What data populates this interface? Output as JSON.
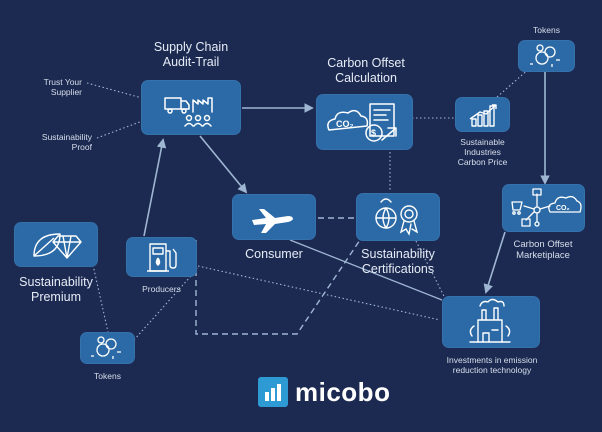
{
  "diagram": {
    "labels": {
      "supply_chain": "Supply Chain\nAudit-Trail",
      "trust": "Trust Your\nSupplier",
      "sust_proof": "Sustainability\nProof",
      "carbon_calc": "Carbon Offset\nCalculation",
      "tokens_top": "Tokens",
      "sust_industries": "Sustainable\nIndustries\nCarbon Price",
      "consumer": "Consumer",
      "sust_cert": "Sustainability\nCertifications",
      "carbon_market": "Carbon Offset\nMarketiplace",
      "sust_premium": "Sustainability\nPremium",
      "producers": "Producers",
      "investments": "Investments in emission\nreduction technology",
      "tokens_bottom": "Tokens"
    },
    "icons": {
      "supply_chain": "truck-factory-people-icon",
      "carbon_calc": "co2-calculation-icon",
      "tokens_top": "tokens-icon",
      "sust_industries": "bar-chart-growth-icon",
      "consumer": "airplane-icon",
      "sust_cert": "globe-award-icon",
      "carbon_market": "marketplace-co2-icon",
      "sust_premium": "leaf-diamond-icon",
      "producers": "fuel-pump-icon",
      "investments": "factory-plant-icon",
      "tokens_bottom": "tokens-icon"
    },
    "colors": {
      "background": "#1c2a52",
      "node": "#2b6aa6",
      "line": "#9fb6d3",
      "logo": "#2e9ad4"
    }
  },
  "brand": {
    "name": "micobo",
    "icon": "bar-chart-logo-icon"
  }
}
